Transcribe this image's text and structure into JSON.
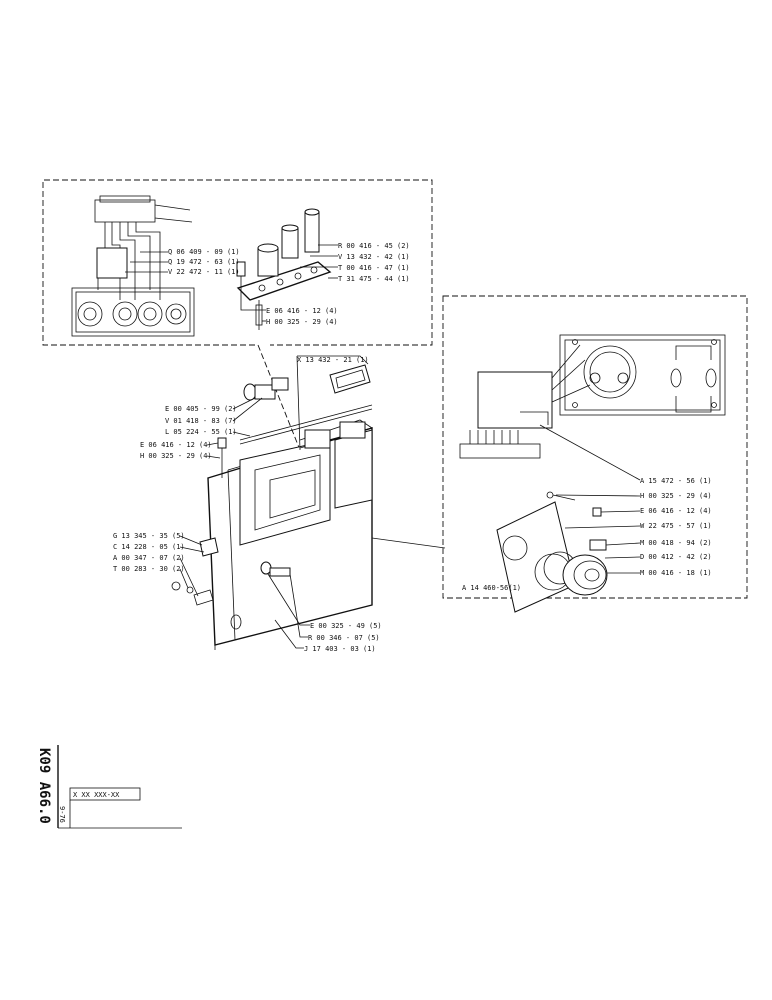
{
  "document": {
    "code": "K09 A66.0",
    "template": "X XX XXX-XX",
    "date": "9-76"
  },
  "labels": {
    "q06409": "Q 06 409 - 09 (1)",
    "q19472": "Q 19 472 - 63 (1)",
    "v22472": "V 22 472 - 11 (1)",
    "r00416_45": "R 00 416 - 45 (2)",
    "v13432": "V 13 432 - 42 (1)",
    "t00416": "T 00 416 - 47 (1)",
    "t31475": "T 31 475 - 44 (1)",
    "e06416_top": "E 06 416 - 12 (4)",
    "h00325_top": "H 00 325 - 29 (4)",
    "x13432": "X 13 432 - 21 (1)",
    "e00405": "E 00 405 - 99 (2)",
    "v01418": "V 01 418 - 83 (7)",
    "l05224": "L 05 224 - 55 (1)",
    "e06416_mid": "E 06 416 - 12 (4)",
    "h00325_mid": "H 00 325 - 29 (4)",
    "g13345": "G 13 345 - 35 (5)",
    "c14228": "C 14 228 - 05 (1)",
    "a00347": "A 00 347 - 07 (2)",
    "t00283": "T 00 283 - 30 (2)",
    "e00325": "E 00 325 - 49 (5)",
    "r00346": "R 00 346 - 07 (5)",
    "j17403": "J 17 403 - 03 (1)",
    "a15472": "A 15 472 - 56 (1)",
    "h00325_right": "H 00 325 - 29 (4)",
    "e06416_right": "E 06 416 - 12 (4)",
    "w22475": "W 22 475 - 57 (1)",
    "m00418": "M 00 418 - 94 (2)",
    "d00412": "D 00 412 - 42 (2)",
    "m00416": "M 00 416 - 18 (1)",
    "a14460": "A 14 460-56(1)"
  },
  "colors": {
    "ink": "#111111",
    "paper": "#ffffff"
  }
}
